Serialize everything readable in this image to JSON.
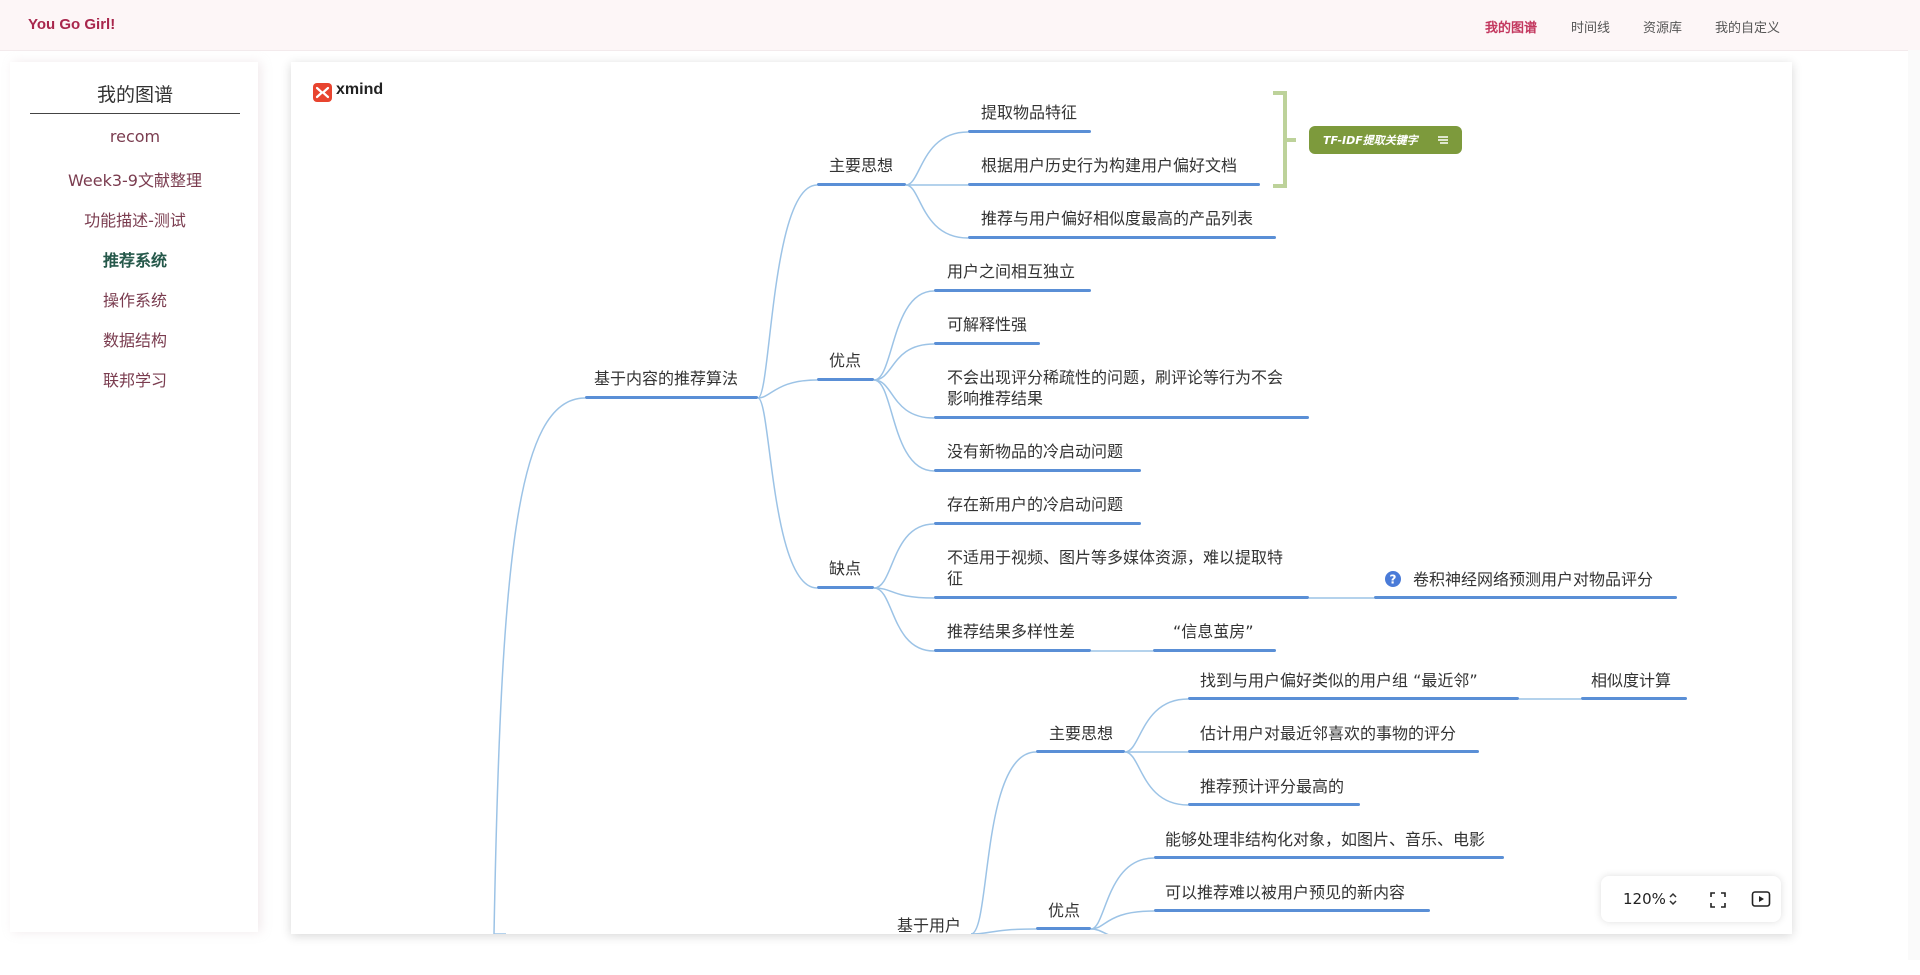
{
  "brand": "You Go Girl!",
  "nav": [
    {
      "label": "我的图谱",
      "active": true
    },
    {
      "label": "时间线",
      "active": false
    },
    {
      "label": "资源库",
      "active": false
    },
    {
      "label": "我的自定义",
      "active": false
    }
  ],
  "sidebar": {
    "title": "我的图谱",
    "items": [
      {
        "label": "recom",
        "active": false
      },
      {
        "label": "Week3-9文献整理",
        "active": false
      },
      {
        "label": "功能描述-测试",
        "active": false
      },
      {
        "label": "推荐系统",
        "active": true
      },
      {
        "label": "操作系统",
        "active": false
      },
      {
        "label": "数据结构",
        "active": false
      },
      {
        "label": "联邦学习",
        "active": false
      }
    ]
  },
  "map": {
    "logo_text": "xmind",
    "nodes": {
      "content_based": "基于内容的推荐算法",
      "main_idea": "主要思想",
      "extract_features": "提取物品特征",
      "build_profile": "根据用户历史行为构建用户偏好文档",
      "recommend_similar": "推荐与用户偏好相似度最高的产品列表",
      "advantages": "优点",
      "independent": "用户之间相互独立",
      "interpretable": "可解释性强",
      "no_sparsity_1": "不会出现评分稀疏性的问题，刷评论等行为不会",
      "no_sparsity_2": "影响推荐结果",
      "no_cold_start": "没有新物品的冷启动问题",
      "disadvantages": "缺点",
      "new_user_cold": "存在新用户的冷启动问题",
      "media_1": "不适用于视频、图片等多媒体资源，难以提取特",
      "media_2": "征",
      "cnn": "卷积神经网络预测用户对物品评分",
      "low_diversity": "推荐结果多样性差",
      "cocoon": "“信息茧房”",
      "user_based": "基于用户",
      "ub_main_idea": "主要思想",
      "find_neighbors": "找到与用户偏好类似的用户组 “最近邻”",
      "similarity": "相似度计算",
      "estimate": "估计用户对最近邻喜欢的事物的评分",
      "recommend_top": "推荐预计评分最高的",
      "ub_advantages": "优点",
      "unstructured": "能够处理非结构化对象，如图片、音乐、电影",
      "novel": "可以推荐难以被用户预见的新内容"
    },
    "tfidf_label": "TF-IDF提取关键字",
    "zoom": "120%"
  },
  "colors": {
    "brand": "#a8264c",
    "nav_active": "#c3385f",
    "sidebar_active": "#25584a",
    "branch_line": "#9cc3e6",
    "underline": "#5a8fd6",
    "tfidf": "#7d9a3c",
    "bracket": "#bdd29a",
    "question_icon": "#4a7bd8"
  }
}
